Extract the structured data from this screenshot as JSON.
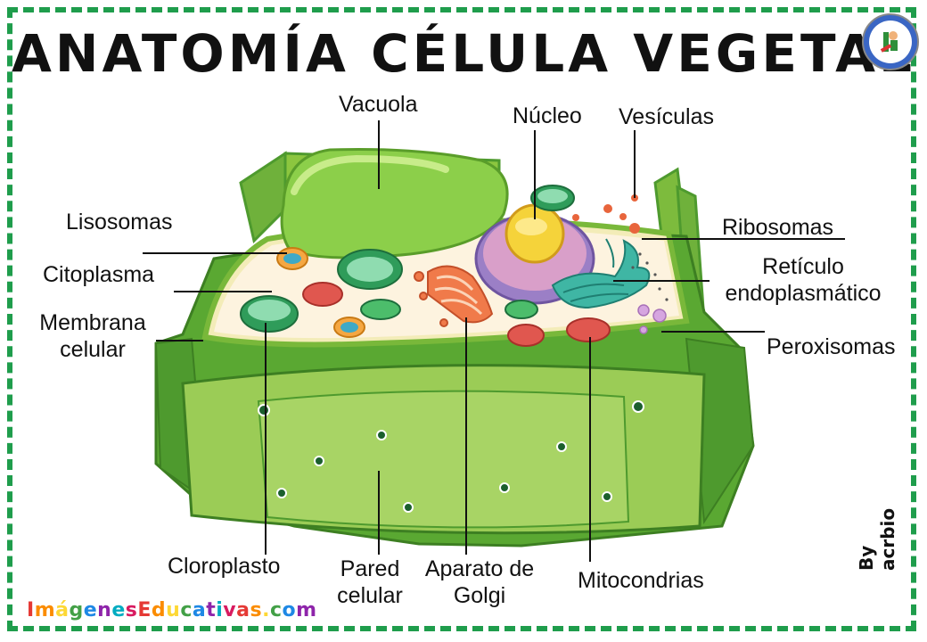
{
  "title": "ANATOMÍA CÉLULA VEGETAL",
  "labels": {
    "vacuola": "Vacuola",
    "nucleo": "Núcleo",
    "vesiculas": "Vesículas",
    "lisosomas": "Lisosomas",
    "ribosomas": "Ribosomas",
    "citoplasma": "Citoplasma",
    "reticulo_1": "Retículo",
    "reticulo_2": "endoplasmático",
    "membrana_1": "Membrana",
    "membrana_2": "celular",
    "peroxisomas": "Peroxisomas",
    "cloroplasto": "Cloroplasto",
    "pared_1": "Pared",
    "pared_2": "celular",
    "golgi_1": "Aparato de",
    "golgi_2": "Golgi",
    "mitocondrias": "Mitocondrias"
  },
  "brand": "ImágenesEducativas.com",
  "author": "By acrbio",
  "colors": {
    "frame": "#1f9d4c",
    "cell_wall_dark": "#4e9a2e",
    "cell_wall_light": "#8cc63f",
    "cytoplasm": "#fdf3df",
    "vacuole": "#8ccf4a",
    "nucleus": "#9b7fc6",
    "nucleolus": "#f5d33a",
    "er": "#3fb6a4",
    "golgi": "#f07a4a",
    "mitochondria": "#e0574f",
    "chloroplast": "#2f9c5a"
  }
}
